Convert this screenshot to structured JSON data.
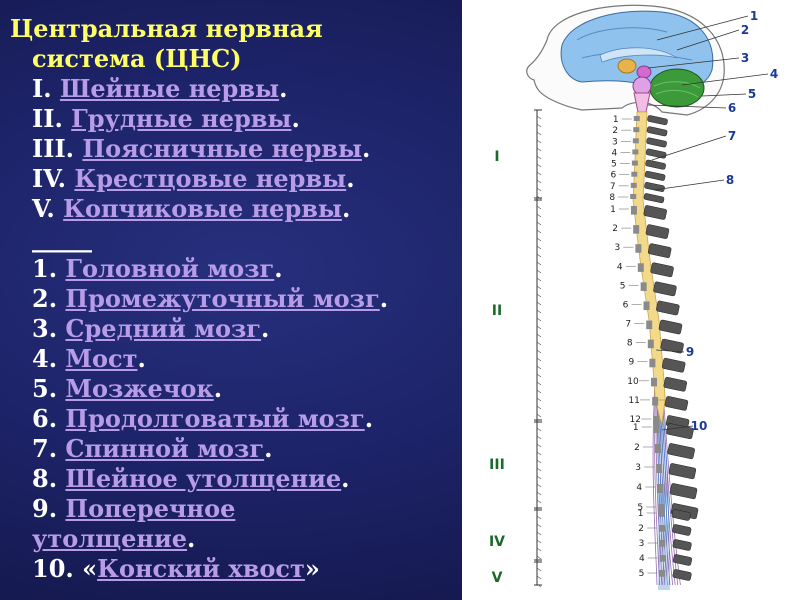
{
  "title": {
    "line1": "Центральная нервная",
    "line2": "система (ЦНС)"
  },
  "sections": [
    {
      "num": "I.",
      "link": "Шейные нервы",
      "tail": "."
    },
    {
      "num": "II.",
      "link": "Грудные нервы",
      "tail": "."
    },
    {
      "num": "III.",
      "link": "Поясничные нервы",
      "tail": "."
    },
    {
      "num": "IV.",
      "link": "Крестцовые нервы",
      "tail": "."
    },
    {
      "num": "V.",
      "link": "Копчиковые нервы",
      "tail": "."
    }
  ],
  "separator": "_____",
  "items": [
    {
      "num": "1.",
      "link": "Головной мозг",
      "tail": "."
    },
    {
      "num": "2.",
      "link": "Промежуточный мозг",
      "tail": "."
    },
    {
      "num": "3.",
      "link": "Средний мозг",
      "tail": "."
    },
    {
      "num": "4.",
      "link": "Мост",
      "tail": "."
    },
    {
      "num": "5.",
      "link": "Мозжечок",
      "tail": "."
    },
    {
      "num": "6.",
      "link": "Продолговатый мозг",
      "tail": "."
    },
    {
      "num": "7.",
      "link": "Спинной мозг",
      "tail": "."
    },
    {
      "num": "8.",
      "link": "Шейное утолщение",
      "tail": "."
    },
    {
      "num": "9.",
      "link": "Поперечное утолщение",
      "tail": "."
    },
    {
      "num": "10.",
      "pre": "«",
      "link": "Конский хвост",
      "tail": "»"
    }
  ],
  "figure": {
    "callouts": [
      "1",
      "2",
      "3",
      "4",
      "5",
      "6",
      "7",
      "8",
      "9",
      "10"
    ],
    "regions": [
      "I",
      "II",
      "III",
      "IV",
      "V"
    ],
    "vert_cervical": [
      "1",
      "2",
      "3",
      "4",
      "5",
      "6",
      "7",
      "8"
    ],
    "vert_thoracic": [
      "1",
      "2",
      "3",
      "4",
      "5",
      "6",
      "7",
      "8",
      "9",
      "10",
      "11",
      "12"
    ],
    "vert_lumbar": [
      "1",
      "2",
      "3",
      "4",
      "5"
    ],
    "vert_sacral": [
      "1",
      "2",
      "3",
      "4",
      "5"
    ],
    "colors": {
      "brain": "#8fc2ec",
      "cerebellum": "#3d9a3a",
      "cord": "#f3d98a",
      "vertebra": "#555555",
      "nerve": "#7a4a9a",
      "accent": "#1a3a9a"
    }
  }
}
